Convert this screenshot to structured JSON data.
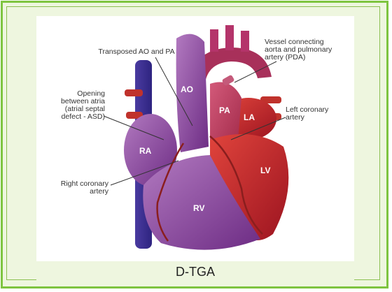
{
  "labels": {
    "transposed": "Transposed AO and PA",
    "vessel_l1": "Vessel connecting",
    "vessel_l2": "aorta and pulmonary",
    "vessel_l3": "artery (PDA)",
    "opening_l1": "Opening",
    "opening_l2": "between atria",
    "opening_l3": "(atrial septal",
    "opening_l4": "defect - ASD)",
    "left_cor_l1": "Left coronary",
    "left_cor_l2": "artery",
    "right_cor_l1": "Right coronary",
    "right_cor_l2": "artery"
  },
  "chambers": {
    "ao": "AO",
    "pa": "PA",
    "la": "LA",
    "ra": "RA",
    "lv": "LV",
    "rv": "RV"
  },
  "caption": "D-TGA",
  "colors": {
    "frame": "#7ec440",
    "background": "#eef6df",
    "purple": "#8b3f9a",
    "red": "#c41e2a"
  }
}
